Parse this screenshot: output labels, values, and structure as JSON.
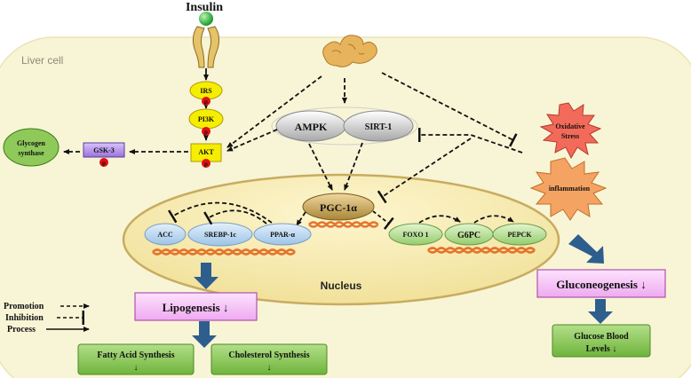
{
  "title": "Insulin",
  "cell_label": "Liver cell",
  "nucleus_label": "Nucleus",
  "receptor_pathway": {
    "irs": "IRS",
    "pi3k": "PI3K",
    "akt": "AKT",
    "gsk3": "GSK-3",
    "phospho": "p",
    "glycogen_synthase_line1": "Glycogen",
    "glycogen_synthase_line2": "synthase"
  },
  "sensors": {
    "ampk": "AMPK",
    "sirt1": "SIRT-1"
  },
  "stressors": {
    "oxidative_line1": "Oxidative",
    "oxidative_line2": "Stress",
    "inflammation": "inflammation"
  },
  "nuclear": {
    "pgc1a": "PGC-1α",
    "acc": "ACC",
    "srebp1c": "SREBP-1c",
    "ppara": "PPAR-α",
    "foxo1": "FOXO 1",
    "g6pc": "G6PC",
    "pepck": "PEPCK"
  },
  "outcomes": {
    "lipogenesis": "Lipogenesis ↓",
    "gluconeogenesis": "Gluconeogenesis ↓",
    "fatty_acid_line1": "Fatty Acid Synthesis",
    "cholesterol_line1": "Cholesterol Synthesis",
    "down_arrow": "↓",
    "glucose_line1": "Glucose Blood",
    "glucose_line2": "Levels ↓"
  },
  "legend": {
    "promotion": "Promotion",
    "inhibition": "Inhibition",
    "process": "Process"
  },
  "colors": {
    "cell": "#f8f4d8",
    "nucleus": "#f6ebb4",
    "nucleus_border": "#c8ac60",
    "yellow_node": "#f5ee00",
    "pink_box": "#f5c0f3",
    "pink_border": "#b050b0",
    "green_box": "#8ec95a",
    "blue_arrow": "#2d5e8e",
    "phospho": "#e01010",
    "oxidative": "#f26a5a",
    "inflammation": "#f5a362"
  }
}
